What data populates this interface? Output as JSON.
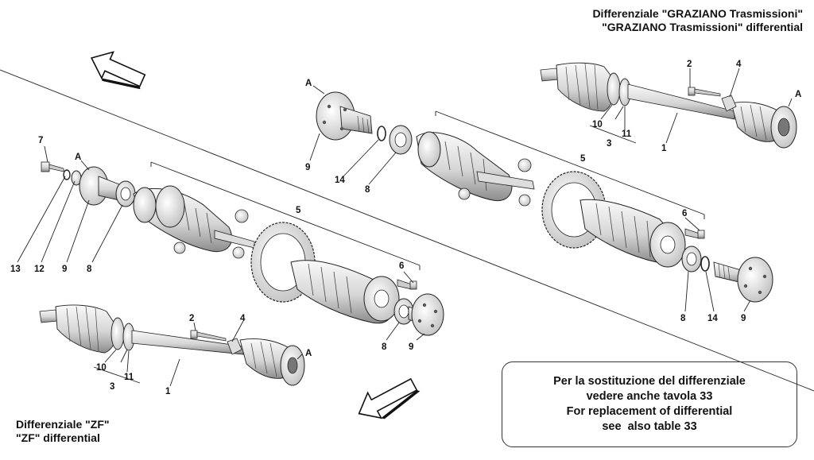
{
  "titles": {
    "graziano_it": "Differenziale \"GRAZIANO Trasmissioni\"",
    "graziano_en": "\"GRAZIANO Trasmissioni\" differential",
    "zf_it": "Differenziale \"ZF\"",
    "zf_en": "\"ZF\" differential"
  },
  "note": {
    "line1": "Per la sostituzione del differenziale",
    "line2": "vedere anche tavola 33",
    "line3": "For replacement of differential",
    "line4": "see  also table 33"
  },
  "callouts": {
    "zf": {
      "n7": "7",
      "a_top": "A",
      "n13": "13",
      "n12": "12",
      "n9_left": "9",
      "n8_left": "8",
      "n5": "5",
      "n6": "6",
      "n8_right": "8",
      "n9_right": "9",
      "n2": "2",
      "n4": "4",
      "n10": "10",
      "n11": "11",
      "n3": "3",
      "n1": "1",
      "a_shaft": "A"
    },
    "graziano": {
      "a_flange": "A",
      "n9_left": "9",
      "n14_left": "14",
      "n8_left": "8",
      "n5": "5",
      "n6": "6",
      "n8_right": "8",
      "n14_right": "14",
      "n9_right": "9",
      "n2": "2",
      "n4": "4",
      "n10": "10",
      "n11": "11",
      "n3": "3",
      "n1": "1",
      "a_shaft": "A"
    }
  },
  "icons": [
    "direction-arrow-icon",
    "axle-shaft-icon",
    "differential-assembly-icon",
    "ring-gear-icon",
    "flange-icon",
    "bearing-icon",
    "seal-ring-icon",
    "bolt-icon"
  ],
  "colors": {
    "line": "#222222",
    "fill": "#f2f2f2",
    "shade": "#9a9a9a",
    "background": "#ffffff"
  }
}
